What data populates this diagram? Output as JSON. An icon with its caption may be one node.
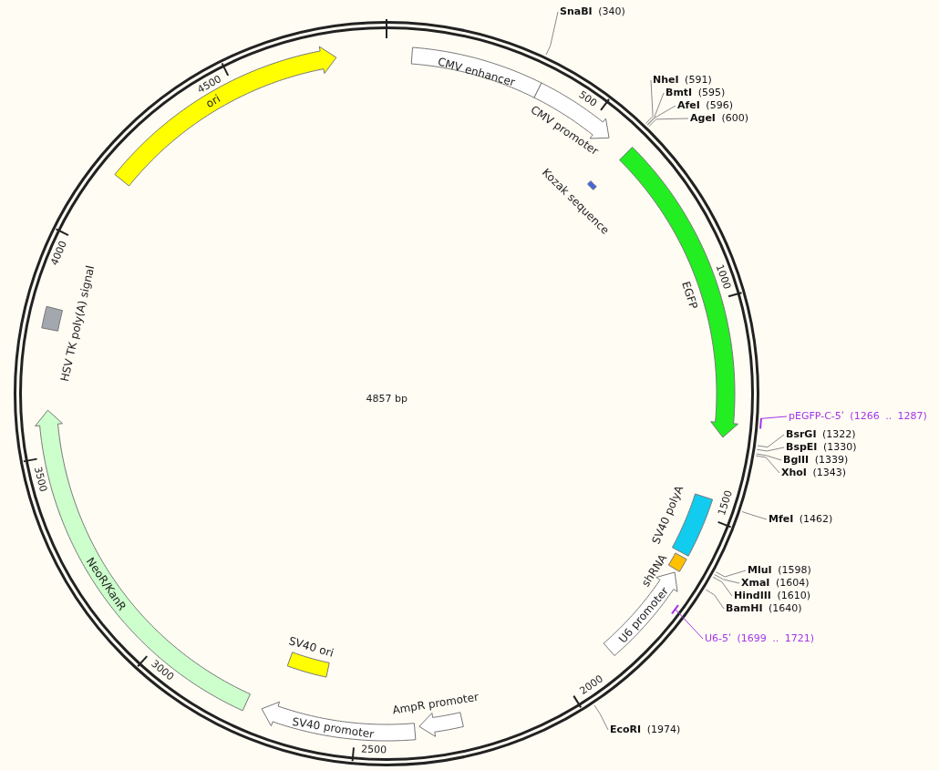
{
  "diagram": {
    "nodes": [
      {
        "text": [
          "CMV enhancer"
        ]
      },
      {
        "text": [
          "CMV promoter"
        ]
      },
      {
        "text": [
          "EGFP"
        ]
      },
      {
        "text": [
          "Kozak sequence"
        ]
      },
      {
        "text": [
          "SV40 polyA"
        ]
      },
      {
        "text": [
          "shRNA"
        ]
      },
      {
        "text": [
          "U6 promoter"
        ]
      },
      {
        "text": [
          "AmpR promoter"
        ]
      },
      {
        "text": [
          "SV40 promoter"
        ]
      },
      {
        "text": [
          "SV40 ori"
        ]
      },
      {
        "text": [
          "NeoR/KanR"
        ]
      },
      {
        "text": [
          "HSV TK poly(A) signal"
        ]
      },
      {
        "text": [
          "ori"
        ]
      },
      {
        "text": [
          "**SnaBI** (340)"
        ]
      },
      {
        "text": [
          "**NheI** (591)"
        ]
      },
      {
        "text": [
          "**BmtI** (595)"
        ]
      },
      {
        "text": [
          "**AfeI** (596)"
        ]
      },
      {
        "text": [
          "**AgeI** (600)"
        ]
      },
      {
        "text": [
          "pEGFP-C-5ʹ (1266 .. 1287)"
        ]
      },
      {
        "text": [],
        "shape": "bar"
      },
      {
        "text": [
          "**BsrGI** (1322)"
        ]
      },
      {
        "text": [
          "**BspEI** (1330)"
        ]
      },
      {
        "text": [
          "**BglII** (1339)"
        ]
      },
      {
        "text": [
          "**XhoI** (1343)"
        ]
      },
      {
        "text": [
          "**MfeI** (1462)"
        ]
      },
      {
        "text": [
          "**MluI** (1598)"
        ]
      },
      {
        "text": [
          "**XmaI** (1604)"
        ]
      },
      {
        "text": [
          "**HindIII** (1610)"
        ]
      },
      {
        "text": [
          "**BamHI** (1640)"
        ]
      },
      {
        "text": [
          "U6-5ʹ (1699 .. 1721)"
        ]
      },
      {
        "text": [],
        "shape": "bar"
      },
      {
        "text": [
          "**EcoRI** (1974)"
        ]
      }
    ],
    "edges": [
      {
        "from": 13,
        "to": null,
        "arrow": "none"
      },
      {
        "from": 14,
        "to": null,
        "arrow": "none"
      },
      {
        "from": 15,
        "to": null,
        "arrow": "none"
      },
      {
        "from": 16,
        "to": null,
        "arrow": "none"
      },
      {
        "from": 17,
        "to": null,
        "arrow": "none"
      },
      {
        "from": 18,
        "to": 19,
        "arrow": "none",
        "color": "#a335e8"
      },
      {
        "from": 20,
        "to": null,
        "arrow": "none"
      },
      {
        "from": 21,
        "to": null,
        "arrow": "none"
      },
      {
        "from": 22,
        "to": null,
        "arrow": "none"
      },
      {
        "from": 23,
        "to": null,
        "arrow": "none"
      },
      {
        "from": 24,
        "to": null,
        "arrow": "none"
      },
      {
        "from": 25,
        "to": null,
        "arrow": "none"
      },
      {
        "from": 26,
        "to": null,
        "arrow": "none"
      },
      {
        "from": 27,
        "to": null,
        "arrow": "none"
      },
      {
        "from": 28,
        "to": null,
        "arrow": "none"
      },
      {
        "from": 29,
        "to": 30,
        "arrow": "none",
        "color": "#a335e8"
      },
      {
        "from": 31,
        "to": null,
        "arrow": "none"
      }
    ],
    "labels": [
      "500",
      "1000",
      "1500",
      "2000",
      "2500",
      "3000",
      "3500",
      "4000",
      "4500",
      "4857 bp"
    ]
  }
}
